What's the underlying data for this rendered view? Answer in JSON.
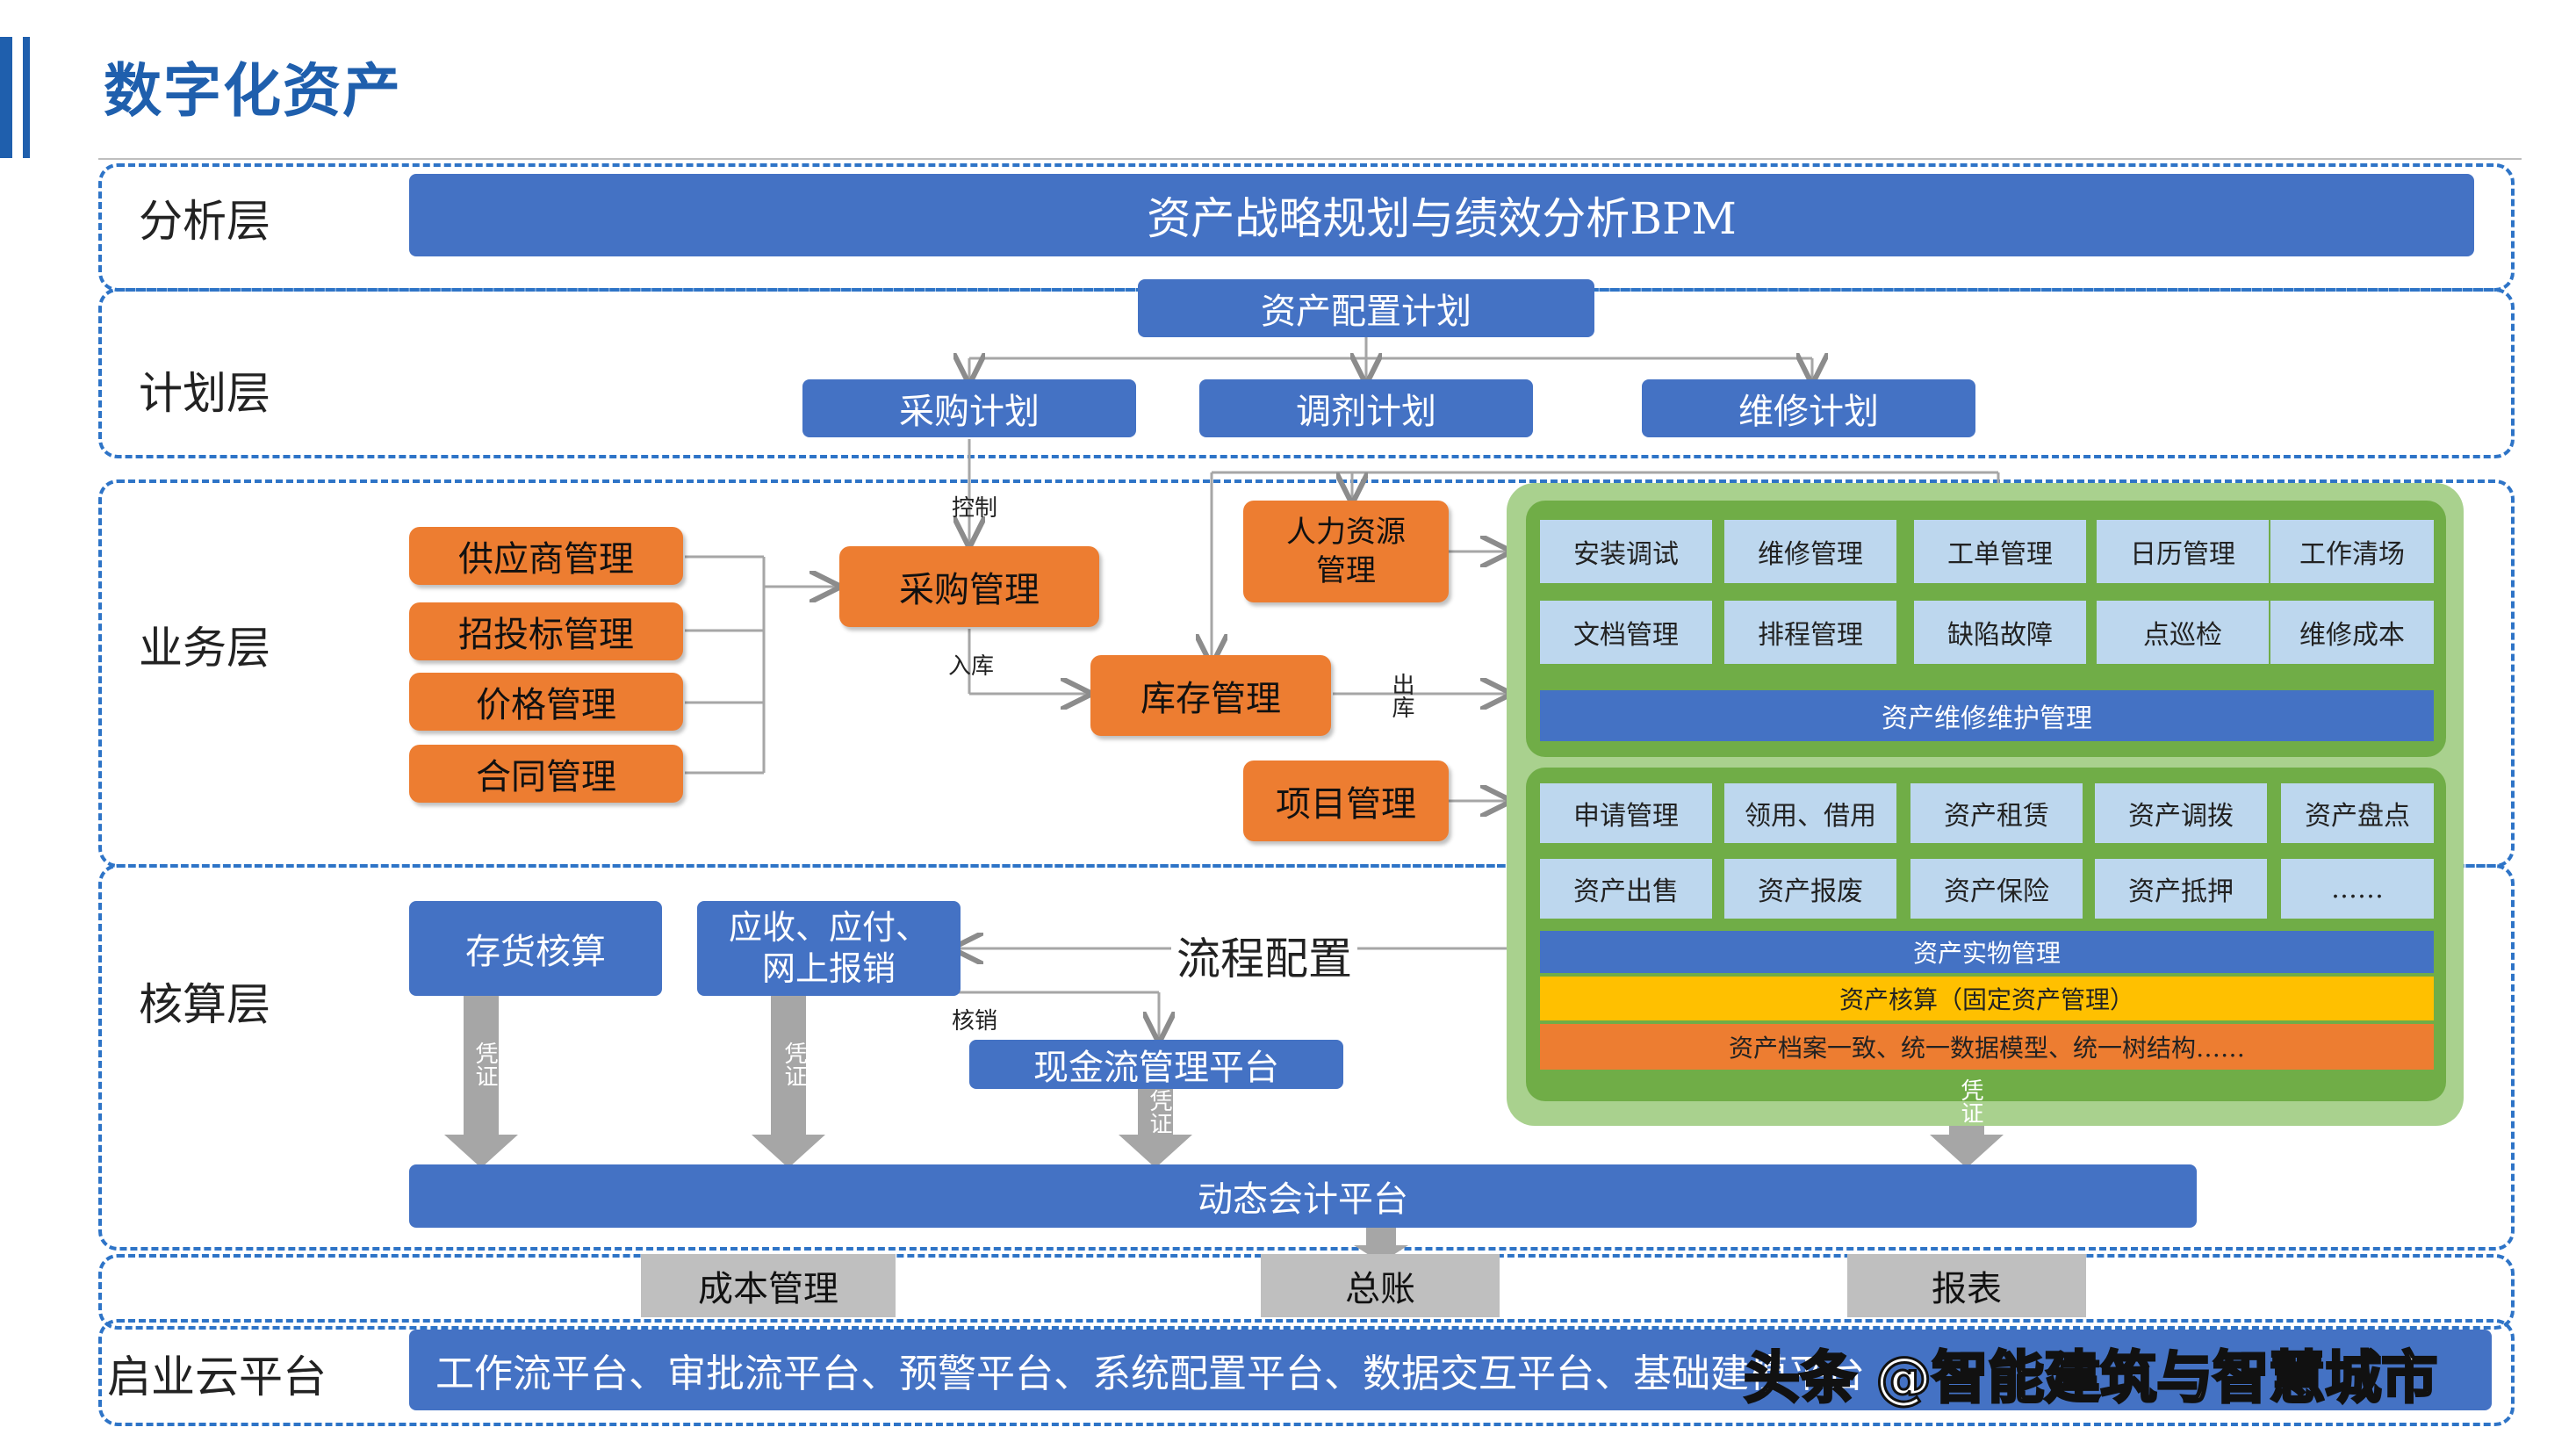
{
  "header": {
    "title": "数字化资产"
  },
  "layers": {
    "analysis": "分析层",
    "plan": "计划层",
    "business": "业务层",
    "accounting": "核算层",
    "cloud": "启业云平台"
  },
  "analysis_bar": "资产战略规划与绩效分析BPM",
  "plan": {
    "config": "资产配置计划",
    "purchase": "采购计划",
    "transfer": "调剂计划",
    "repair": "维修计划"
  },
  "business": {
    "supplier": "供应商管理",
    "bidding": "招投标管理",
    "price": "价格管理",
    "contract": "合同管理",
    "procurement": "采购管理",
    "hr": "人力资源管理",
    "inventory": "库存管理",
    "project": "项目管理",
    "label_control": "控制",
    "label_in": "入库",
    "label_out": "出库"
  },
  "maintenance": {
    "row1": [
      "安装调试",
      "维修管理",
      "工单管理",
      "日历管理",
      "工作清场"
    ],
    "row2": [
      "文档管理",
      "排程管理",
      "缺陷故障",
      "点巡检",
      "维修成本"
    ],
    "bar": "资产维修维护管理"
  },
  "physical": {
    "row1": [
      "申请管理",
      "领用、借用",
      "资产租赁",
      "资产调拨",
      "资产盘点"
    ],
    "row2": [
      "资产出售",
      "资产报废",
      "资产保险",
      "资产抵押",
      "……"
    ],
    "bar_physical": "资产实物管理",
    "bar_accounting": "资产核算（固定资产管理）",
    "bar_archive": "资产档案一致、统一数据模型、统一树结构……"
  },
  "accounting": {
    "inventory_acc": "存货核算",
    "receivable": "应收、应付、网上报销",
    "flow_config": "流程配置",
    "write_off": "核销",
    "cashflow": "现金流管理平台",
    "voucher": "凭证",
    "dynamic": "动态会计平台"
  },
  "outputs": [
    "成本管理",
    "总账",
    "报表"
  ],
  "cloud_bar": "工作流平台、审批流平台、预警平台、系统配置平台、数据交互平台、基础建模平台",
  "watermark": "头条 @智能建筑与智慧城市",
  "colors": {
    "blue": "#4472c4",
    "orange": "#ed7d31",
    "green_outer": "#a9d18e",
    "green_inner": "#70ad47",
    "light_blue": "#bdd7ee",
    "yellow": "#ffc000",
    "title": "#1f5fad"
  }
}
